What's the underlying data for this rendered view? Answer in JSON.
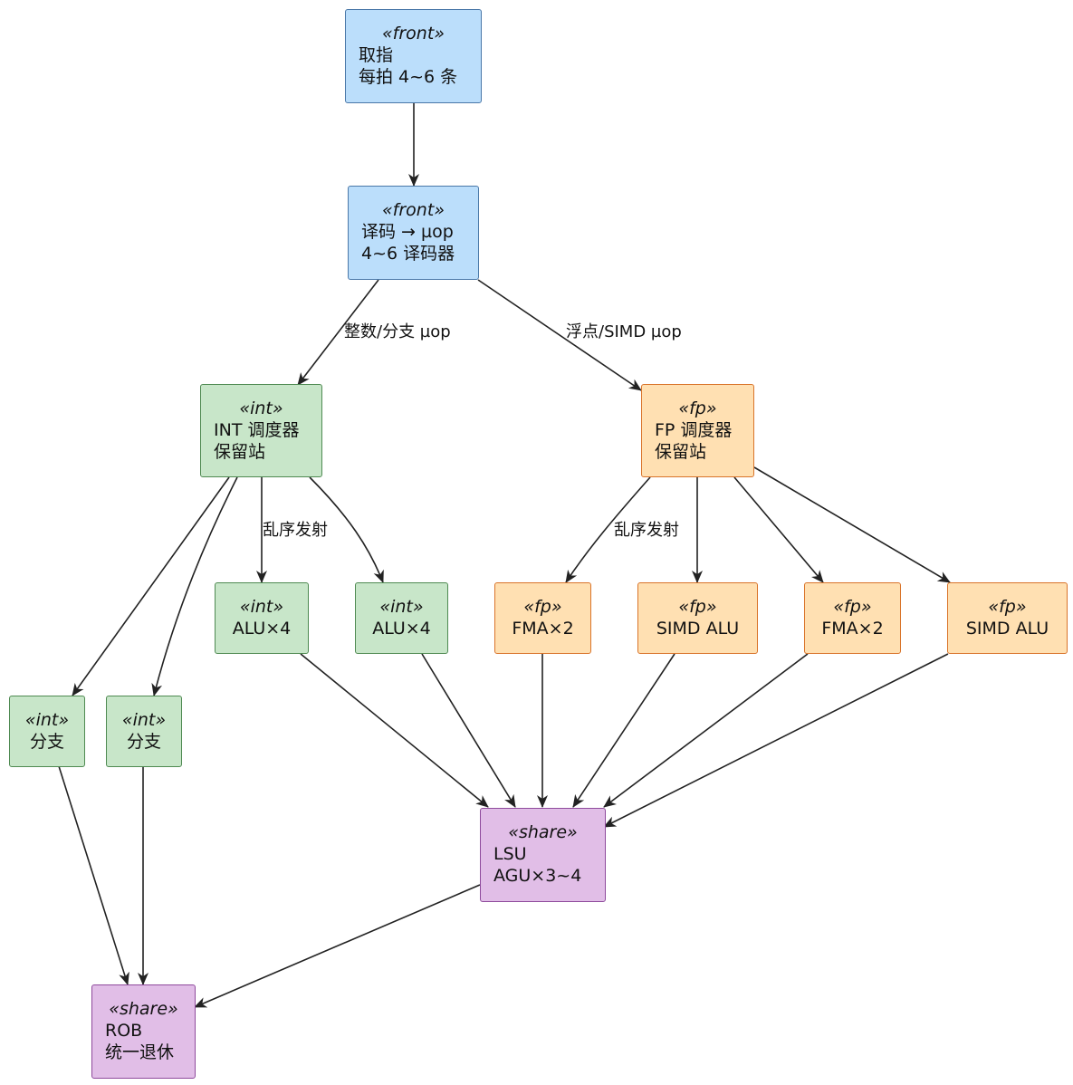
{
  "nodes": {
    "fetch": {
      "stereotype": "«front»",
      "lines": [
        "取指",
        "每拍 4~6 条"
      ]
    },
    "decode": {
      "stereotype": "«front»",
      "lines": [
        "译码 → µop",
        "4~6 译码器"
      ]
    },
    "int_sched": {
      "stereotype": "«int»",
      "lines": [
        "INT 调度器",
        "保留站"
      ]
    },
    "fp_sched": {
      "stereotype": "«fp»",
      "lines": [
        "FP 调度器",
        "保留站"
      ]
    },
    "alu1": {
      "stereotype": "«int»",
      "lines": [
        "ALU×4"
      ]
    },
    "alu2": {
      "stereotype": "«int»",
      "lines": [
        "ALU×4"
      ]
    },
    "br1": {
      "stereotype": "«int»",
      "lines": [
        "分支"
      ]
    },
    "br2": {
      "stereotype": "«int»",
      "lines": [
        "分支"
      ]
    },
    "fma1": {
      "stereotype": "«fp»",
      "lines": [
        "FMA×2"
      ]
    },
    "simd1": {
      "stereotype": "«fp»",
      "lines": [
        "SIMD ALU"
      ]
    },
    "fma2": {
      "stereotype": "«fp»",
      "lines": [
        "FMA×2"
      ]
    },
    "simd2": {
      "stereotype": "«fp»",
      "lines": [
        "SIMD ALU"
      ]
    },
    "lsu": {
      "stereotype": "«share»",
      "lines": [
        "LSU",
        "AGU×3~4"
      ]
    },
    "rob": {
      "stereotype": "«share»",
      "lines": [
        "ROB",
        "统一退休"
      ]
    }
  },
  "edge_labels": {
    "int_uop": "整数/分支 µop",
    "fp_uop": "浮点/SIMD µop",
    "ooo_issue_int": "乱序发射",
    "ooo_issue_fp": "乱序发射"
  },
  "colors": {
    "front": "#bbdefb",
    "int": "#c8e6c9",
    "fp": "#ffe0b2",
    "share": "#e1bee7",
    "edge": "#222222"
  }
}
